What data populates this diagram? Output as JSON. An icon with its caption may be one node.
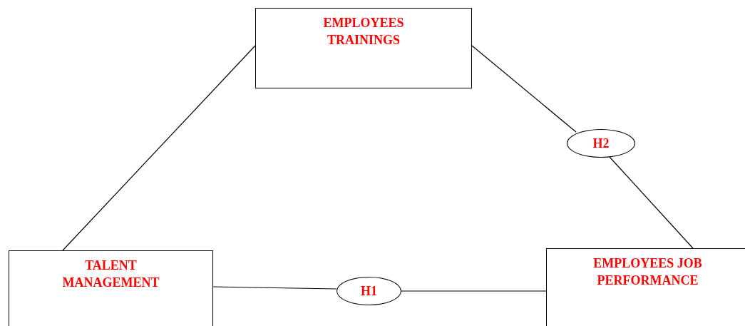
{
  "diagram": {
    "nodes": [
      {
        "text": [
          "EMPLOYEES TRAININGS"
        ]
      },
      {
        "text": [
          "TALENT MANAGEMENT"
        ]
      },
      {
        "text": [
          "EMPLOYEES JOB PERFORMANCE"
        ]
      },
      {
        "text": [
          "H1"
        ]
      },
      {
        "text": [
          "H2"
        ]
      }
    ],
    "edges": [
      {
        "from": 1,
        "to": 0,
        "arrow": "none"
      },
      {
        "from": 0,
        "to": 4,
        "arrow": "none"
      },
      {
        "from": 4,
        "to": 2,
        "arrow": "none"
      },
      {
        "from": 1,
        "to": 3,
        "arrow": "none"
      },
      {
        "from": 3,
        "to": 2,
        "arrow": "none"
      }
    ]
  }
}
